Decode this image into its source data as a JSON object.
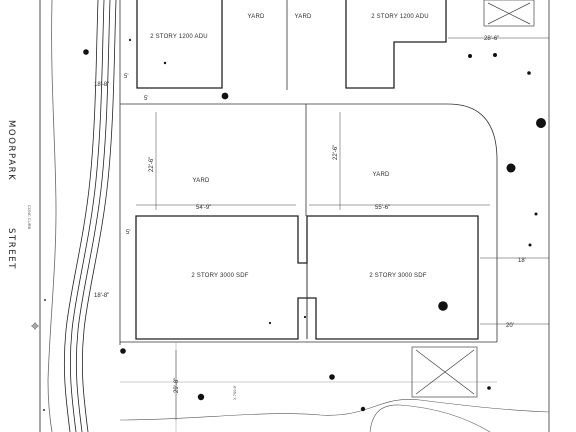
{
  "street": {
    "name_1": "MOORPARK",
    "name_2": "STREET",
    "curb_note": "CONC CURB"
  },
  "buildings": {
    "adu_left": "2 STORY 1200 ADU",
    "adu_right": "2 STORY 1200 ADU",
    "house_left": "2 STORY 3000 SDF",
    "house_right": "2 STORY 3000 SDF"
  },
  "yards": {
    "top_left": "YARD",
    "top_right": "YARD",
    "mid_left": "YARD",
    "mid_right": "YARD"
  },
  "dimensions": {
    "d_top_right": "28'-6\"",
    "d_adu_side": "5'",
    "d_left_upper": "18'-8\"",
    "d_gap": "5'",
    "d_yard_depth_left": "22'-6\"",
    "d_yard_depth_right": "22'-6\"",
    "d_width_left": "54'-9\"",
    "d_width_right": "55'-6\"",
    "d_small_left": "5'",
    "d_right_side": "18'",
    "d_left_lower": "18'-8\"",
    "d_rear": "20'",
    "d_front": "29'-8\"",
    "d_elevation": "X 700.8'"
  }
}
